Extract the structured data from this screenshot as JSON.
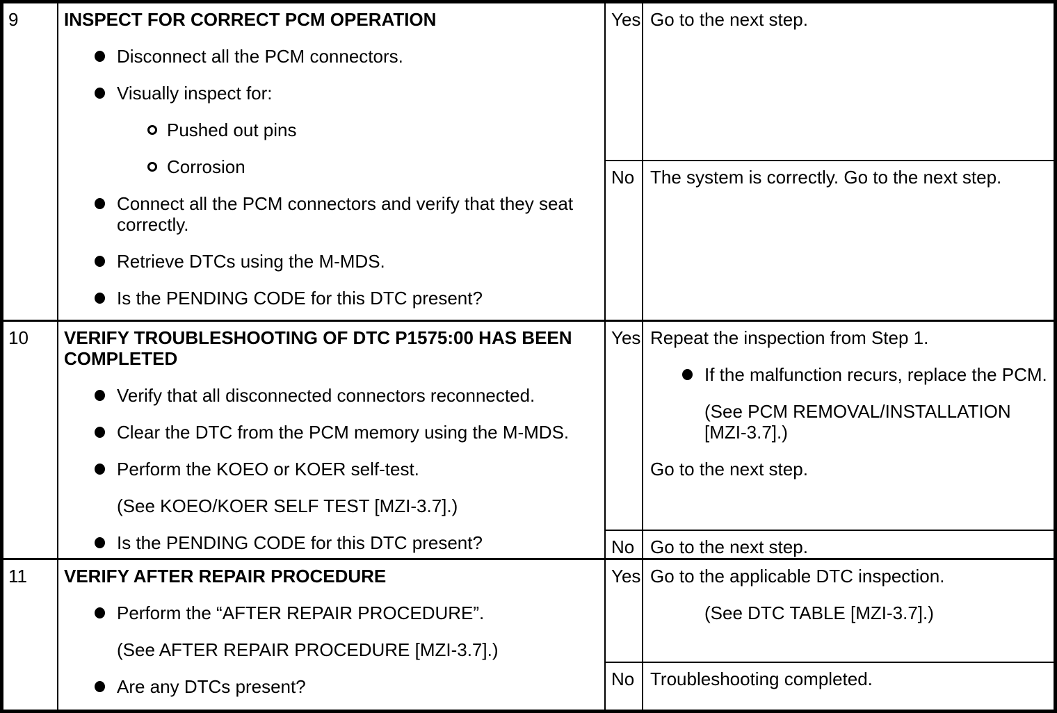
{
  "labels": {
    "yes": "Yes",
    "no": "No"
  },
  "colors": {
    "border": "#000000",
    "background": "#ffffff",
    "text": "#000000"
  },
  "rows": [
    {
      "step": "9",
      "action": {
        "title": "INSPECT FOR CORRECT PCM OPERATION",
        "items": [
          {
            "type": "bullet",
            "text": "Disconnect all the PCM connectors."
          },
          {
            "type": "bullet",
            "text": "Visually inspect for:"
          },
          {
            "type": "subbullet",
            "text": "Pushed out pins"
          },
          {
            "type": "subbullet",
            "text": "Corrosion"
          },
          {
            "type": "bullet",
            "text": "Connect all the PCM connectors and verify that they seat correctly."
          },
          {
            "type": "bullet",
            "text": "Retrieve DTCs using the M-MDS."
          },
          {
            "type": "bullet",
            "text": "Is the PENDING CODE for this DTC present?"
          }
        ]
      },
      "yes": {
        "items": [
          {
            "type": "plain",
            "text": "Go to the next step."
          }
        ]
      },
      "no": {
        "items": [
          {
            "type": "plain",
            "text": "The system is correctly. Go to the next step."
          }
        ]
      }
    },
    {
      "step": "10",
      "action": {
        "title": "VERIFY TROUBLESHOOTING OF DTC P1575:00 HAS BEEN COMPLETED",
        "items": [
          {
            "type": "bullet",
            "text": "Verify that all disconnected connectors reconnected."
          },
          {
            "type": "bullet",
            "text": "Clear the DTC from the PCM memory using the M-MDS."
          },
          {
            "type": "bullet",
            "text": "Perform the KOEO or KOER self-test."
          },
          {
            "type": "note",
            "text": "(See KOEO/KOER SELF TEST [MZI-3.7].)"
          },
          {
            "type": "bullet",
            "text": "Is the PENDING CODE for this DTC present?"
          }
        ]
      },
      "yes": {
        "items": [
          {
            "type": "plain",
            "text": "Repeat the inspection from Step 1."
          },
          {
            "type": "bullet",
            "text": "If the malfunction recurs, replace the PCM."
          },
          {
            "type": "note",
            "text": "(See PCM REMOVAL/INSTALLATION [MZI-3.7].)"
          },
          {
            "type": "plain",
            "text": "Go to the next step."
          }
        ]
      },
      "no": {
        "items": [
          {
            "type": "plain",
            "text": "Go to the next step."
          }
        ]
      }
    },
    {
      "step": "11",
      "action": {
        "title": "VERIFY AFTER REPAIR PROCEDURE",
        "items": [
          {
            "type": "bullet",
            "text": "Perform the “AFTER REPAIR PROCEDURE”."
          },
          {
            "type": "note",
            "text": "(See AFTER REPAIR PROCEDURE [MZI-3.7].)"
          },
          {
            "type": "bullet",
            "text": "Are any DTCs present?"
          }
        ]
      },
      "yes": {
        "items": [
          {
            "type": "plain",
            "text": "Go to the applicable DTC inspection."
          },
          {
            "type": "note",
            "text": "(See DTC TABLE [MZI-3.7].)"
          }
        ]
      },
      "no": {
        "items": [
          {
            "type": "plain",
            "text": "Troubleshooting completed."
          }
        ]
      }
    }
  ]
}
